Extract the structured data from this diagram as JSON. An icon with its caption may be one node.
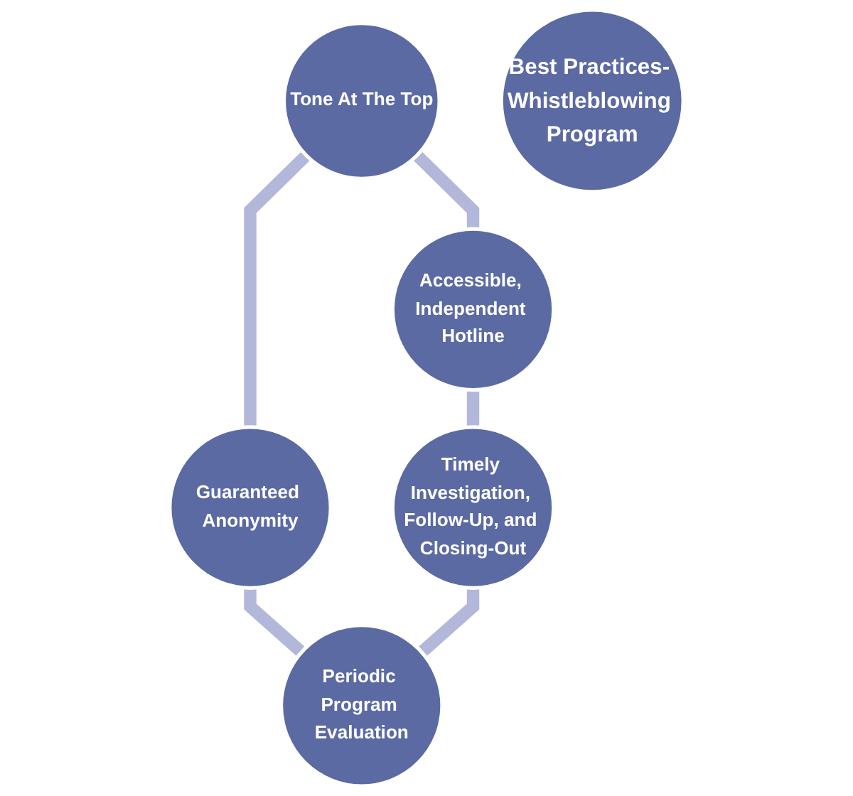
{
  "diagram": {
    "nodes": [
      {
        "text": [
          "Tone At The Top"
        ]
      },
      {
        "text": [
          "Accessible, Independent Hotline"
        ]
      },
      {
        "text": [
          "Guaranteed Anonymity"
        ]
      },
      {
        "text": [
          "Best Practices- Whistleblowing Program"
        ]
      },
      {
        "text": [
          "Timely Investigation, Follow-Up, and Closing-Out"
        ]
      },
      {
        "text": [
          "Periodic Program Evaluation"
        ]
      }
    ],
    "edges": [
      {
        "from": 0,
        "to": 1,
        "arrow": "none"
      },
      {
        "from": 0,
        "to": 2,
        "arrow": "none"
      },
      {
        "from": 1,
        "to": 4,
        "arrow": "none"
      },
      {
        "from": 2,
        "to": 5,
        "arrow": "none"
      },
      {
        "from": 4,
        "to": 5,
        "arrow": "none"
      }
    ]
  }
}
